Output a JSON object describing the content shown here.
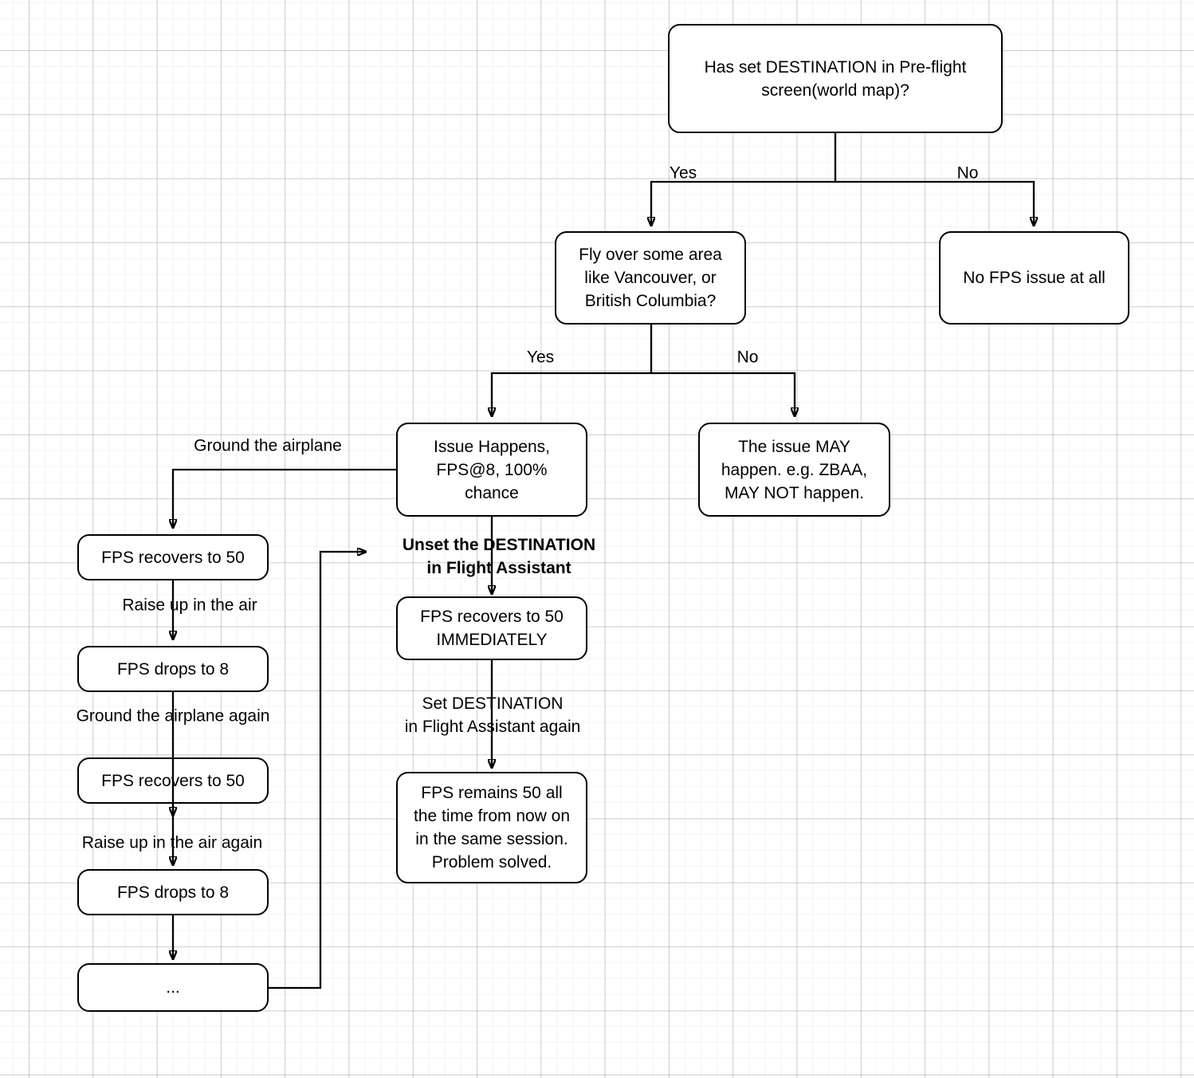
{
  "diagram": {
    "title": "FPS issue decision flowchart",
    "colors": {
      "stroke": "#000000",
      "node_fill": "#ffffff",
      "background": "#ffffff",
      "grid_major": "#d6d6d6",
      "grid_minor": "#f3f3f3"
    },
    "nodes": {
      "has_destination": {
        "label": "Has set DESTINATION in Pre-flight\nscreen(world map)?"
      },
      "fly_over": {
        "label": "Fly over some area\nlike Vancouver, or\nBritish Columbia?"
      },
      "no_fps_issue": {
        "label": "No FPS issue at all"
      },
      "issue_happens": {
        "label": "Issue Happens,\nFPS@8, 100%\nchance"
      },
      "issue_may_happen": {
        "label": "The issue MAY\nhappen. e.g. ZBAA,\nMAY NOT happen."
      },
      "fps_recovers_1": {
        "label": "FPS recovers to 50"
      },
      "fps_drops_1": {
        "label": "FPS drops to 8"
      },
      "fps_recovers_2": {
        "label": "FPS recovers to 50"
      },
      "fps_drops_2": {
        "label": "FPS drops to 8"
      },
      "ellipsis": {
        "label": "..."
      },
      "fps_recovers_immediately": {
        "label": "FPS recovers to 50\nIMMEDIATELY"
      },
      "fps_remains": {
        "label": "FPS remains 50 all\nthe time from now on\nin the same session.\nProblem solved."
      }
    },
    "edge_labels": {
      "yes_1": "Yes",
      "no_1": "No",
      "yes_2": "Yes",
      "no_2": "No",
      "ground_airplane": "Ground the airplane",
      "raise_up": "Raise up in the air",
      "ground_airplane_again": "Ground the airplane again",
      "raise_up_again": "Raise up in the air again",
      "unset_destination": "Unset the DESTINATION\nin Flight Assistant",
      "set_destination_again": "Set DESTINATION\nin Flight Assistant again"
    }
  }
}
